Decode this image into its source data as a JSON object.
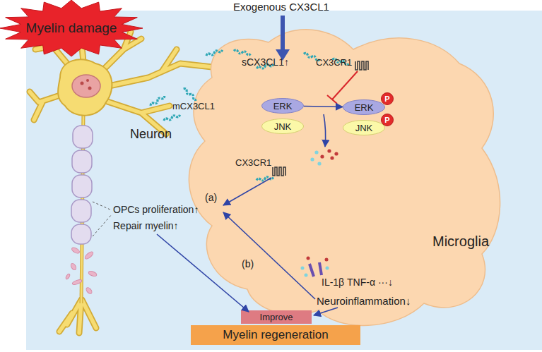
{
  "diagram": {
    "nodes": [
      {
        "text": [
          "Myelin damage"
        ]
      },
      {
        "text": [
          "Neuron"
        ]
      },
      {
        "text": [
          "Microglia"
        ]
      },
      {
        "text": [
          "ERK"
        ],
        "in": 2
      },
      {
        "text": [
          "ERK"
        ],
        "in": 2
      },
      {
        "text": [
          "P"
        ],
        "in": 2
      },
      {
        "text": [
          "JNK"
        ],
        "in": 2
      },
      {
        "text": [
          "JNK"
        ],
        "in": 2
      },
      {
        "text": [
          "P"
        ],
        "in": 2
      },
      {
        "text": [
          "Improve"
        ]
      },
      {
        "text": [
          "Myelin regeneration"
        ]
      }
    ],
    "edges": [
      {
        "from": 3,
        "to": 4,
        "arrow": "to"
      }
    ],
    "labels": [
      "Exogenous CX3CL1",
      "sCX3CL1↑",
      "CX3CR1",
      "mCX3CL1",
      "CX3CR1",
      "OPCs proliferation↑",
      "Repair myelin↑",
      "(a)",
      "(b)",
      "IL-1β TNF-α ···↓",
      "Neuroinflammation↓"
    ]
  }
}
